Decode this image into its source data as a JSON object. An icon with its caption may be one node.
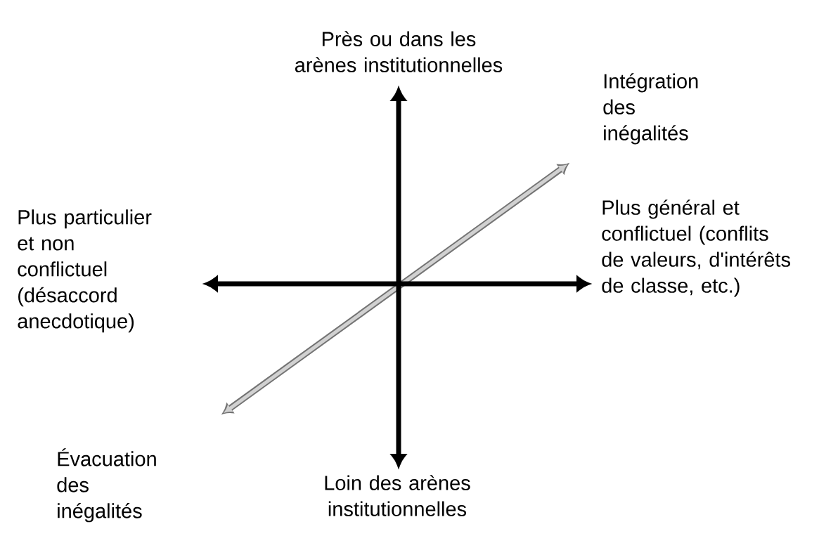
{
  "diagram": {
    "labels": [
      "Près ou dans les arènes institutionnelles",
      "Intégration des inégalités",
      "Plus général et conflictuel (conflits de valeurs, d'intérêts de classe, etc.)",
      "Plus particulier et non conflictuel (désaccord anecdotique)",
      "Évacuation des inégalités",
      "Loin des arènes institutionnelles"
    ]
  }
}
